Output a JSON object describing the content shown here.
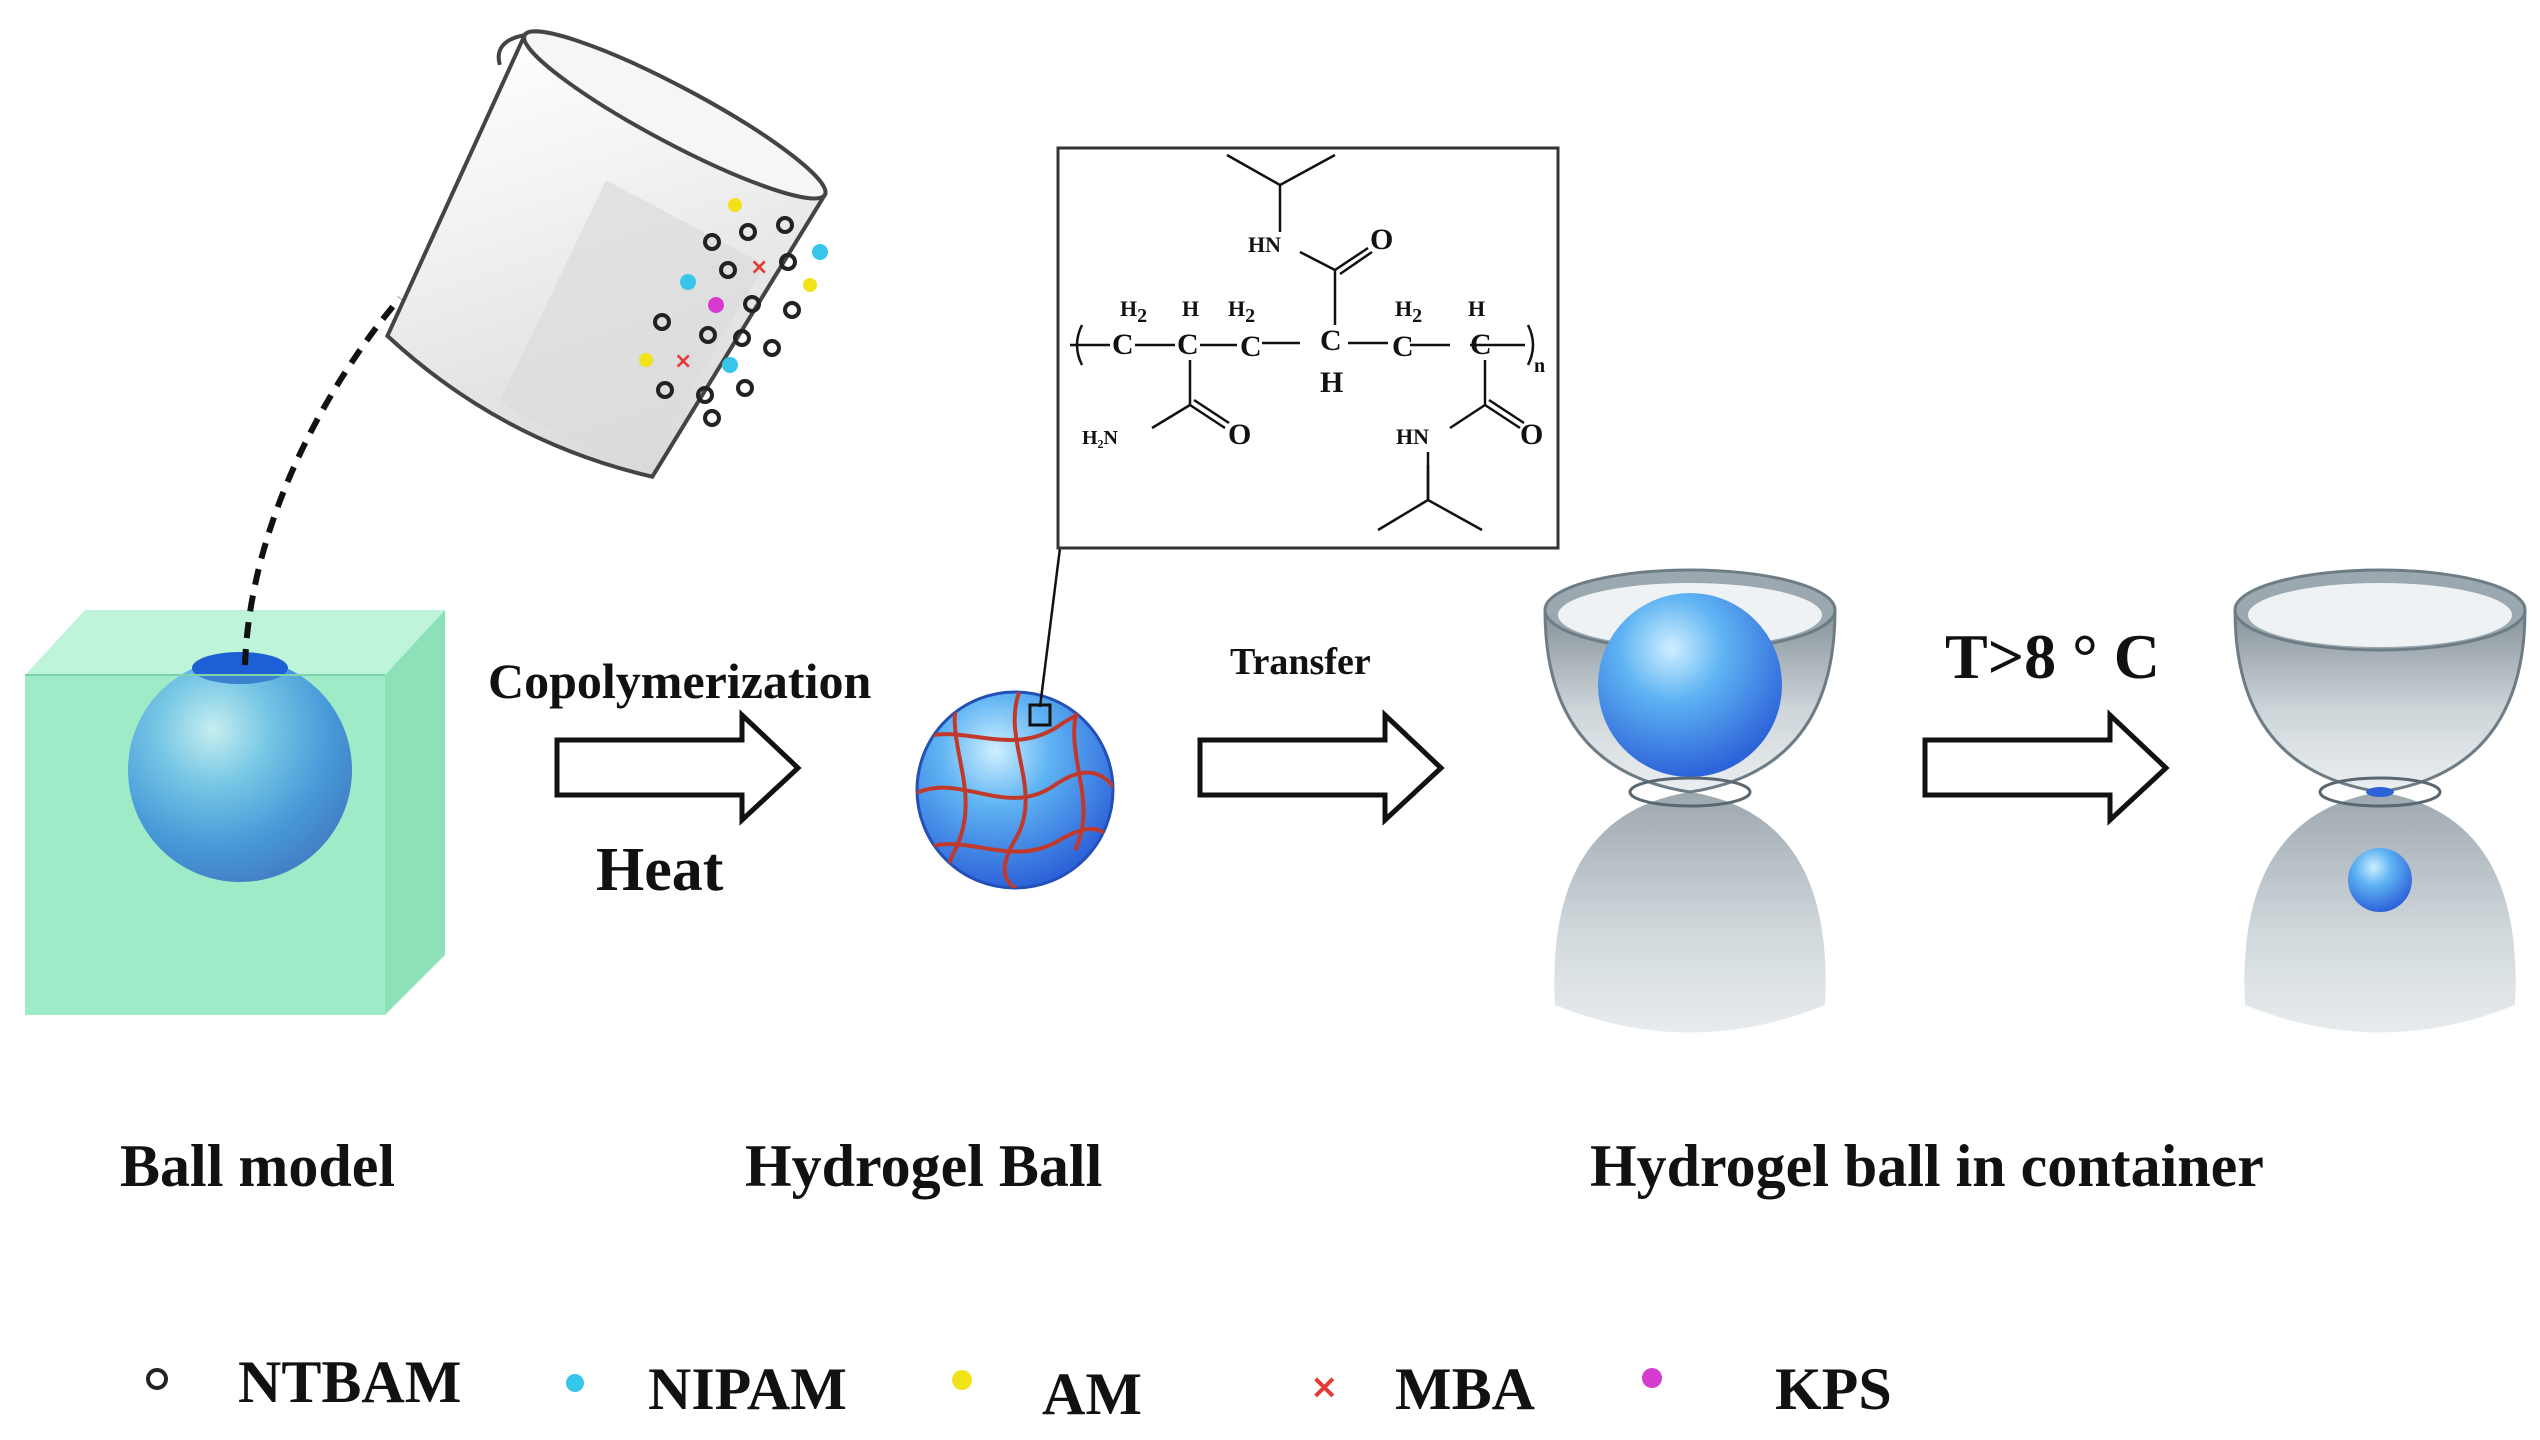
{
  "labels": {
    "copolymerization": "Copolymerization",
    "heat": "Heat",
    "transfer": "Transfer",
    "temperature": "T>8 ° C",
    "ball_model": "Ball model",
    "hydrogel_ball": "Hydrogel  Ball",
    "hydrogel_in_container": "Hydrogel  ball in container"
  },
  "structure": {
    "atoms": {
      "hn_top": "HN",
      "o_top": "O",
      "h2_a": "H",
      "h2_a_sub": "2",
      "h_a": "H",
      "h2_b": "H",
      "h2_b_sub": "2",
      "h2_c": "H",
      "h2_c_sub": "2",
      "h_c": "H",
      "c1": "C",
      "c2": "C",
      "c3": "C",
      "c4": "C",
      "c5": "C",
      "c6": "C",
      "h_under": "H",
      "n_sub": "n",
      "h2n": "H₂N",
      "o_left": "O",
      "hn_right": "HN",
      "o_right": "O"
    }
  },
  "legend": [
    {
      "label": "NTBAM",
      "color": "#222222",
      "marker": "ring"
    },
    {
      "label": "NIPAM",
      "color": "#35c6ea",
      "marker": "dot"
    },
    {
      "label": "AM",
      "color": "#f2e21a",
      "marker": "dot"
    },
    {
      "label": "MBA",
      "color": "#e53935",
      "marker": "x-icon"
    },
    {
      "label": "KPS",
      "color": "#d63bd0",
      "marker": "dot"
    }
  ],
  "colors": {
    "ball": "#3a8fe6",
    "cube": "#7fe3b3",
    "crosslink": "#c0392b",
    "container": "#8e9aa3"
  }
}
